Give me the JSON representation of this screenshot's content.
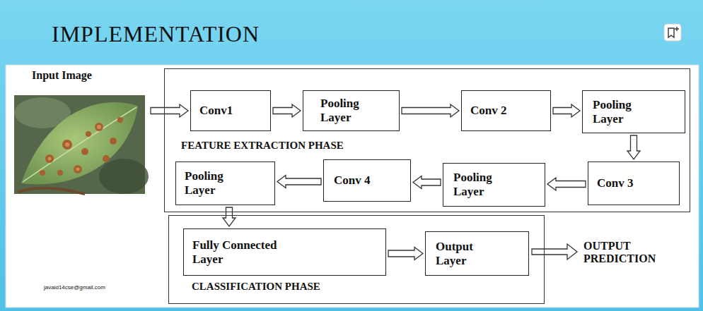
{
  "diagram": {
    "title": "IMPLEMENTATION",
    "nodes": [
      {
        "text": [
          "Input Image"
        ]
      },
      {
        "text": [
          "FEATURE EXTRACTION PHASE"
        ]
      },
      {
        "text": [
          "Conv1"
        ],
        "in": 1
      },
      {
        "text": [
          "Pooling Layer"
        ],
        "in": 1
      },
      {
        "text": [
          "Conv 2"
        ],
        "in": 1
      },
      {
        "text": [
          "Pooling Layer"
        ],
        "in": 1
      },
      {
        "text": [
          "Conv 3"
        ],
        "in": 1
      },
      {
        "text": [
          "Pooling Layer"
        ],
        "in": 1
      },
      {
        "text": [
          "Conv 4"
        ],
        "in": 1
      },
      {
        "text": [
          "Pooling Layer"
        ],
        "in": 1
      },
      {
        "text": [
          "CLASSIFICATION PHASE"
        ]
      },
      {
        "text": [
          "Fully Connected Layer"
        ],
        "in": 10
      },
      {
        "text": [
          "Output Layer"
        ],
        "in": 10
      }
    ],
    "edges": [
      {
        "from": 0,
        "to": 2,
        "arrow": "to"
      },
      {
        "from": 2,
        "to": 3,
        "arrow": "to"
      },
      {
        "from": 3,
        "to": 4,
        "arrow": "to"
      },
      {
        "from": 4,
        "to": 5,
        "arrow": "to"
      },
      {
        "from": 5,
        "to": 6,
        "arrow": "to"
      },
      {
        "from": 6,
        "to": 7,
        "arrow": "to"
      },
      {
        "from": 7,
        "to": 8,
        "arrow": "to"
      },
      {
        "from": 8,
        "to": 9,
        "arrow": "to"
      },
      {
        "from": 9,
        "to": 11,
        "arrow": "to"
      },
      {
        "from": 11,
        "to": 12,
        "arrow": "to"
      }
    ],
    "labels": [
      "OUTPUT PREDICTION",
      "javaid14cse@gmail.com"
    ]
  }
}
